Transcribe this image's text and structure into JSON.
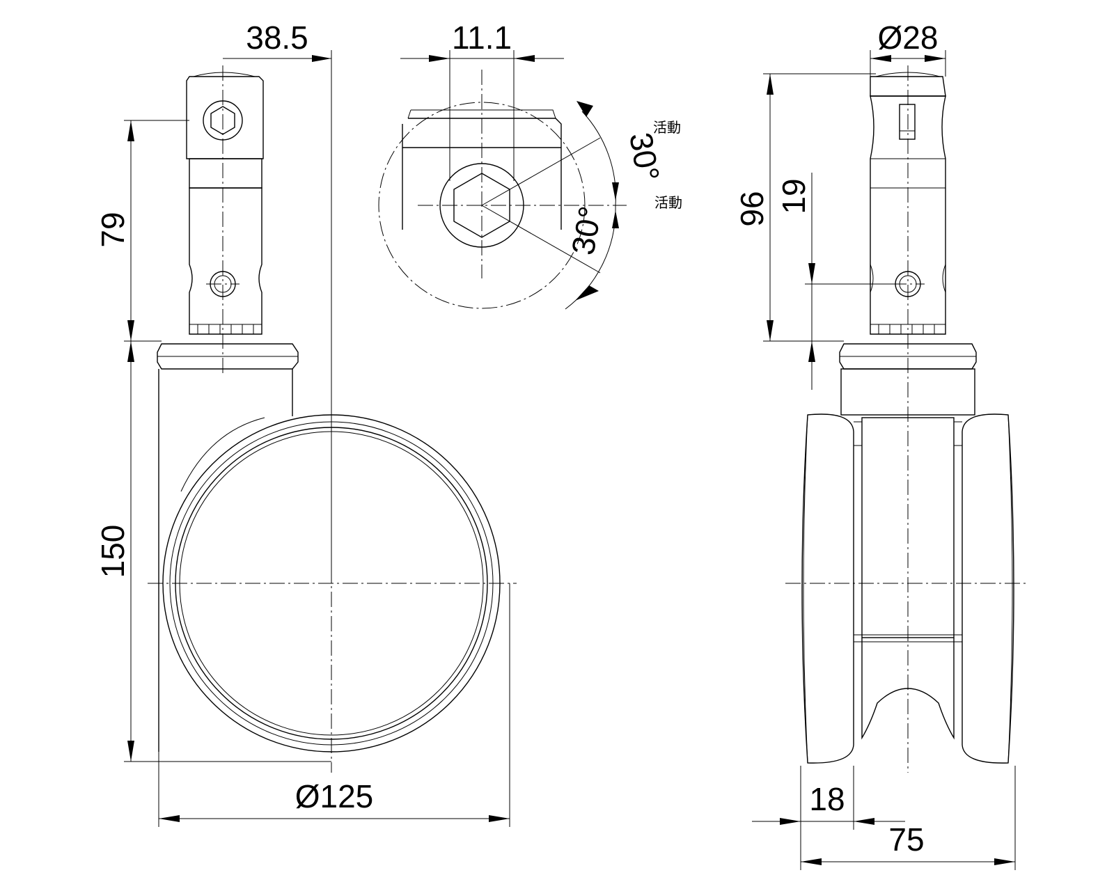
{
  "dimensions": {
    "offset": "38.5",
    "hex_across_flats": "11.1",
    "stem_diameter": "Ø28",
    "stem_height": "79",
    "total_height": "150",
    "wheel_diameter": "Ø125",
    "total_stem_height": "96",
    "hole_height": "19",
    "tread_width": "18",
    "overall_width": "75",
    "angle_upper": "30°",
    "angle_lower": "30°"
  },
  "notes": {
    "upper": "活動",
    "lower": "活動"
  }
}
